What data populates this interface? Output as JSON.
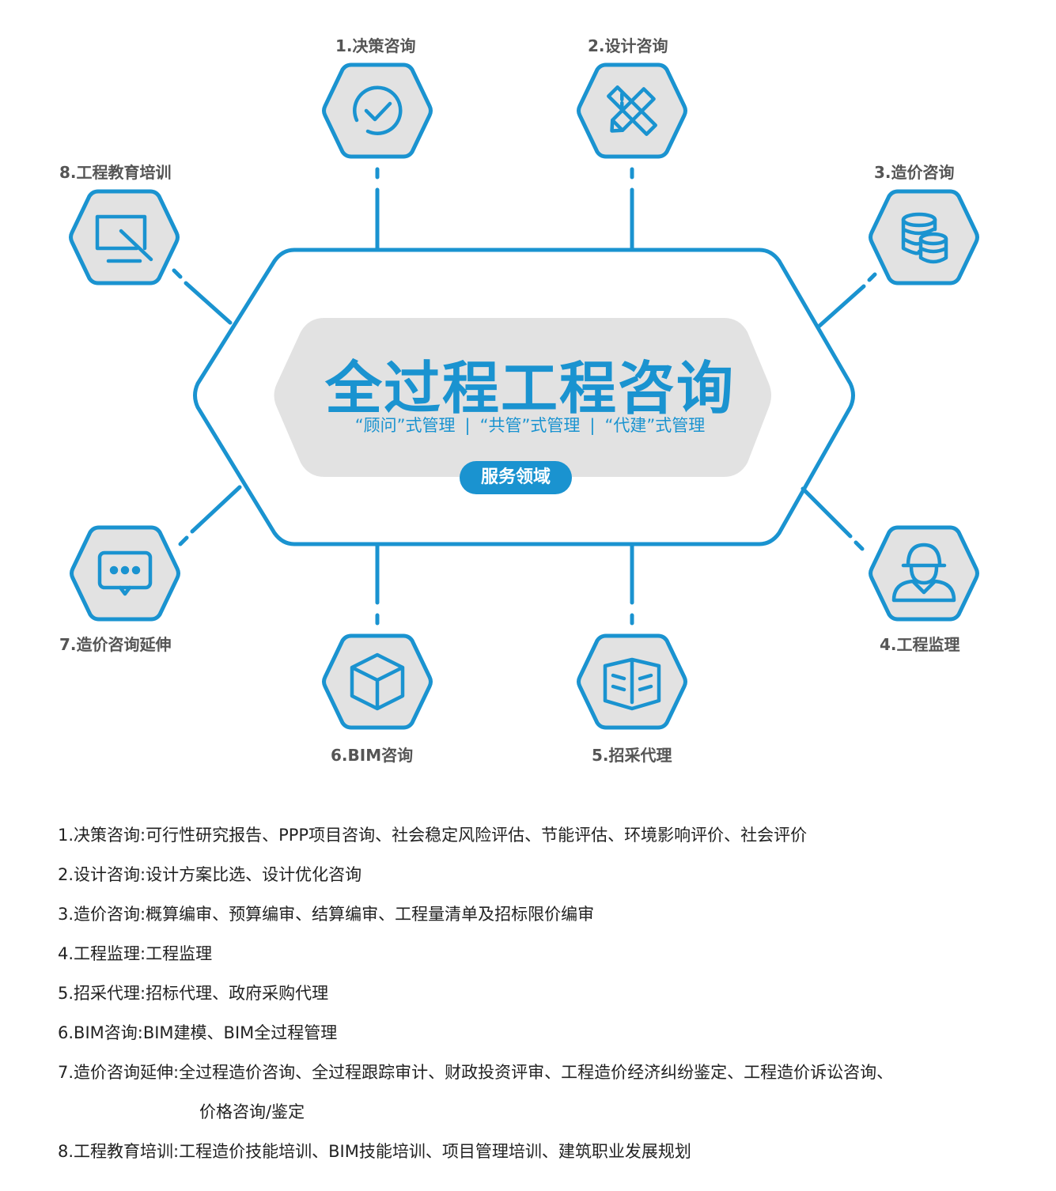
{
  "colors": {
    "accent": "#1a93d0",
    "hex_fill": "#e2e2e2"
  },
  "center": {
    "title": "全过程工程咨询",
    "modes": [
      "“顾问”式管理",
      "“共管”式管理",
      "“代建”式管理"
    ],
    "separator": "|",
    "badge": "服务领域"
  },
  "nodes": [
    {
      "label": "1.决策咨询",
      "icon": "check-circle-icon"
    },
    {
      "label": "2.设计咨询",
      "icon": "ruler-pencil-icon"
    },
    {
      "label": "3.造价咨询",
      "icon": "database-icon"
    },
    {
      "label": "4.工程监理",
      "icon": "worker-helmet-icon"
    },
    {
      "label": "5.招采代理",
      "icon": "open-book-icon"
    },
    {
      "label": "6.BIM咨询",
      "icon": "cube-icon"
    },
    {
      "label": "7.造价咨询延伸",
      "icon": "chat-bubble-icon"
    },
    {
      "label": "8.工程教育培训",
      "icon": "monitor-pen-icon"
    }
  ],
  "details": [
    "1.决策咨询:可行性研究报告、PPP项目咨询、社会稳定风险评估、节能评估、环境影响评价、社会评价",
    "2.设计咨询:设计方案比选、设计优化咨询",
    "3.造价咨询:概算编审、预算编审、结算编审、工程量清单及招标限价编审",
    "4.工程监理:工程监理",
    "5.招采代理:招标代理、政府采购代理",
    "6.BIM咨询:BIM建模、BIM全过程管理",
    "7.造价咨询延伸:全过程造价咨询、全过程跟踪审计、财政投资评审、工程造价经济纠纷鉴定、工程造价诉讼咨询、",
    "价格咨询/鉴定",
    "8.工程教育培训:工程造价技能培训、BIM技能培训、项目管理培训、建筑职业发展规划"
  ]
}
